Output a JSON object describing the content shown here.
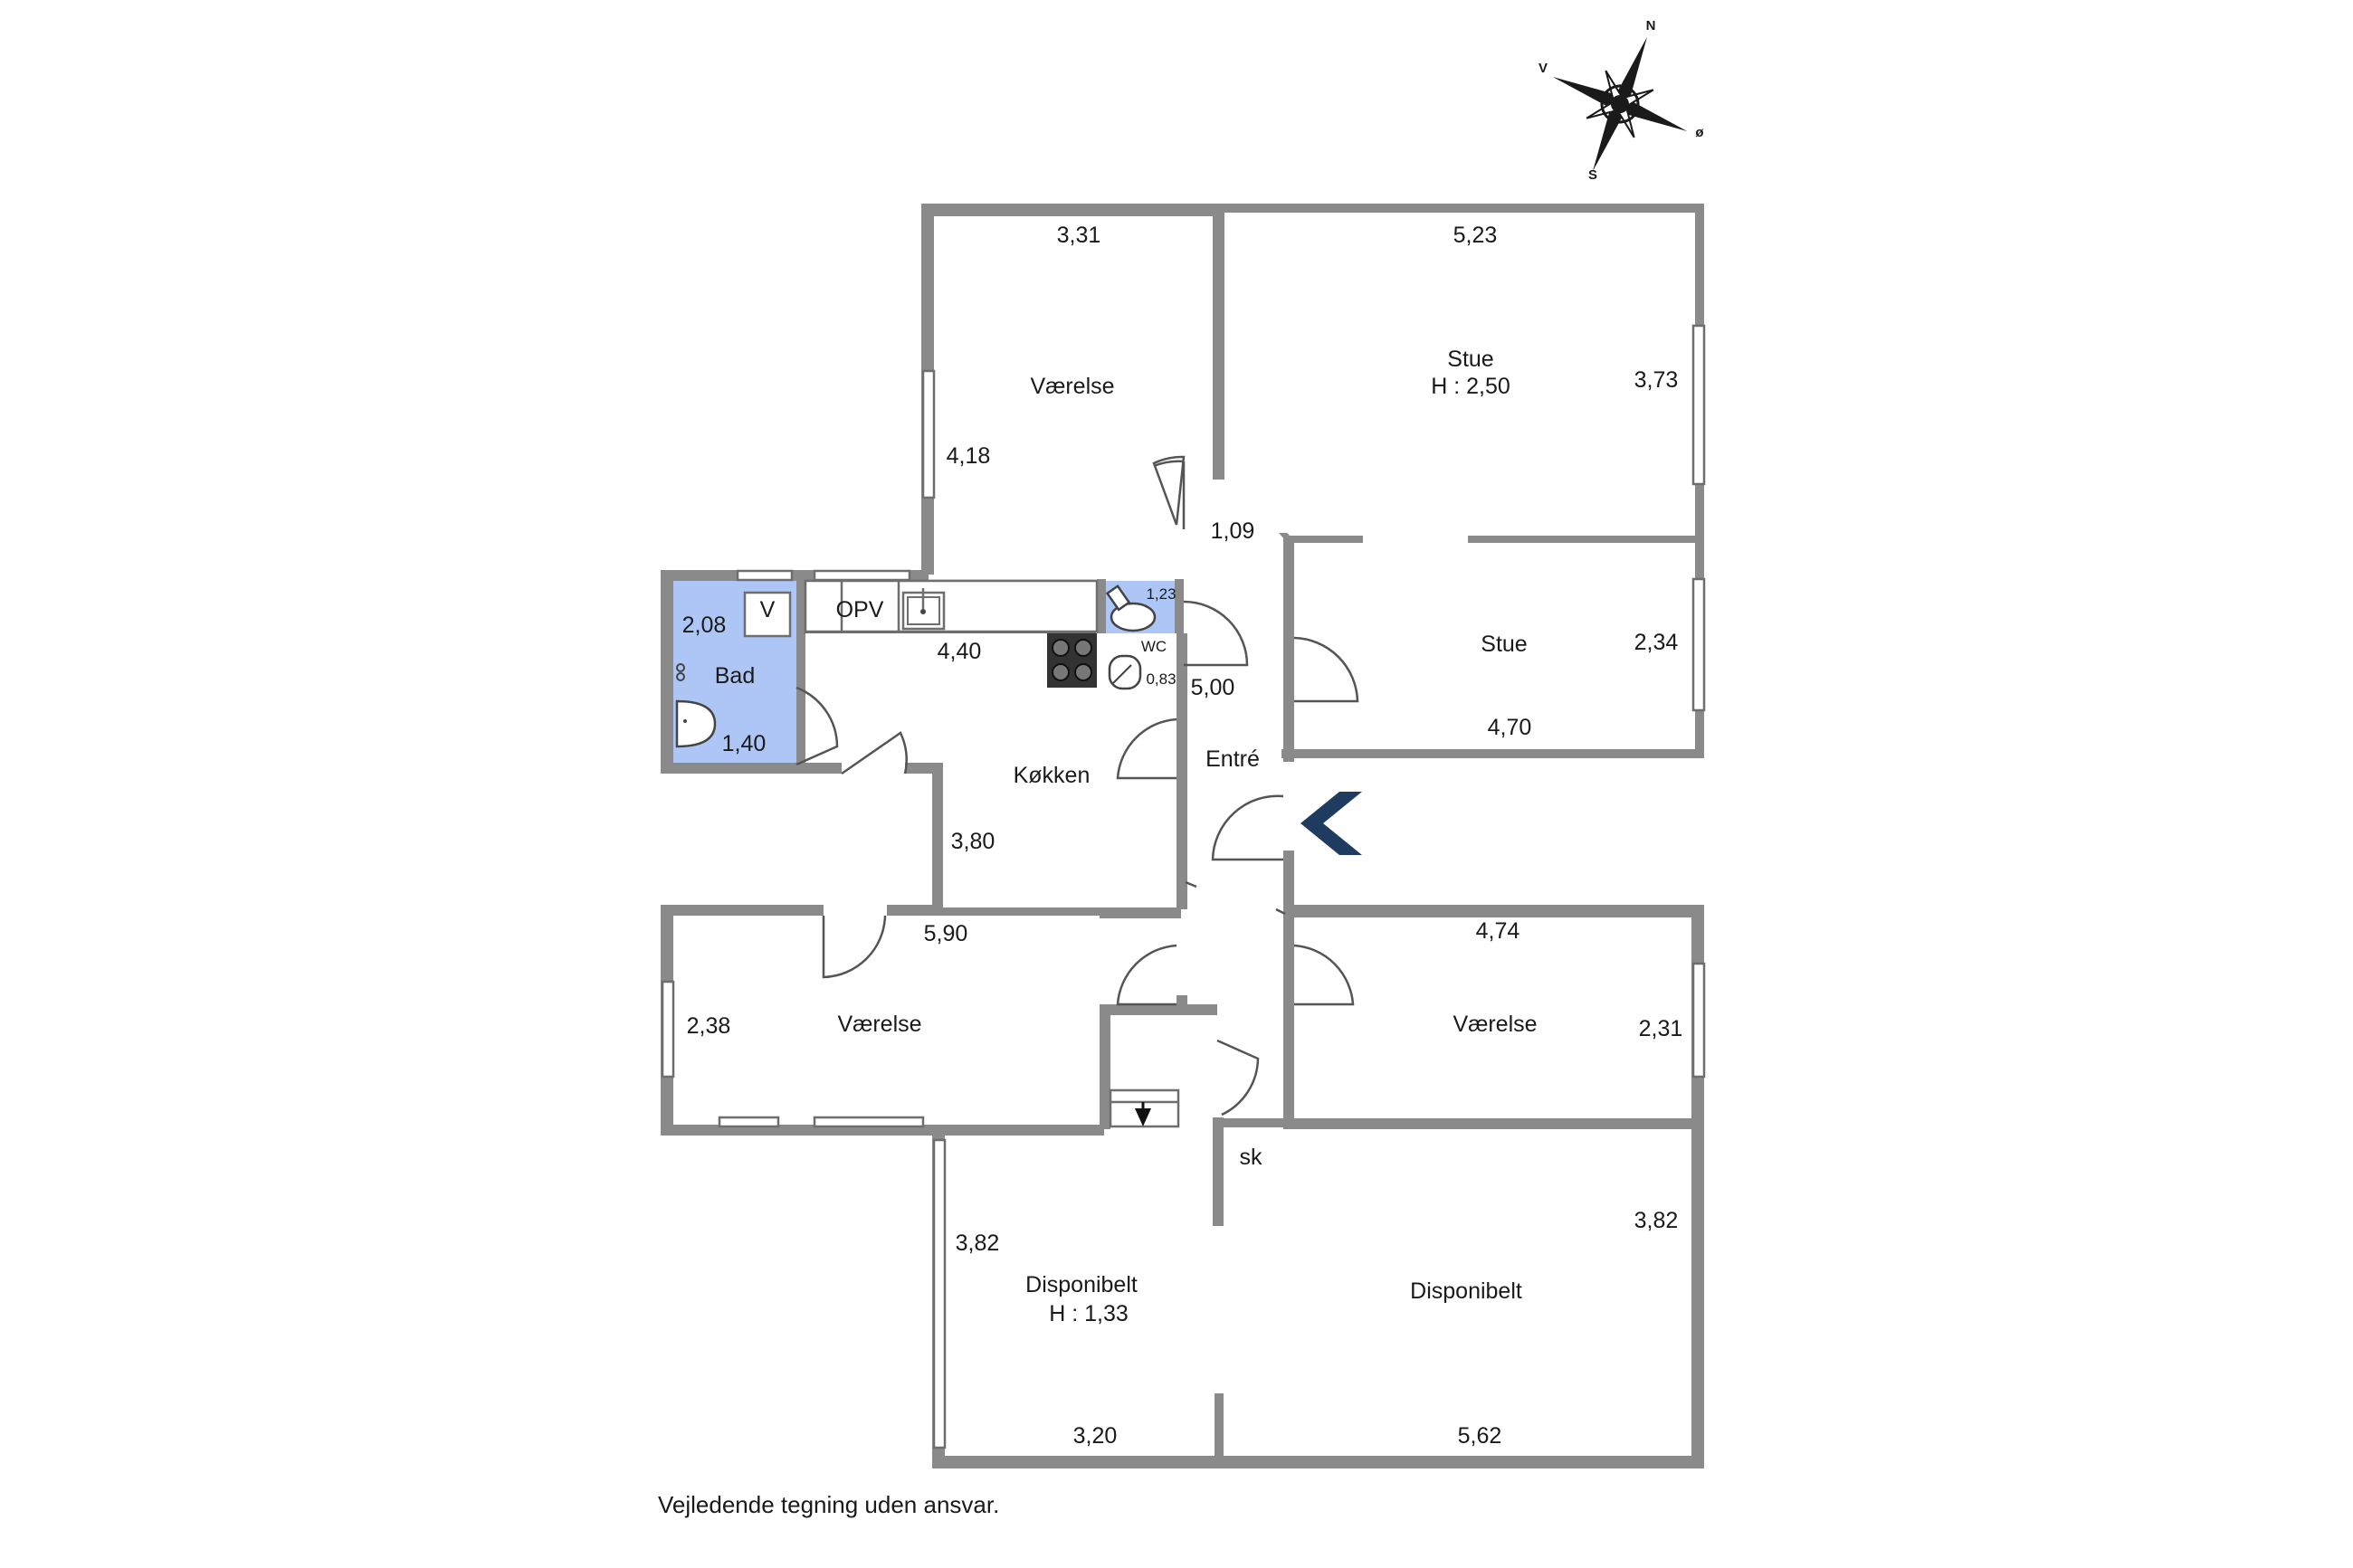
{
  "colors": {
    "wet_room": "#aec6f5",
    "wall": "#8a8a8a",
    "entry_arrow": "#1f3b5f",
    "background": "#ffffff"
  },
  "compass": {
    "north": "N",
    "east": "ø",
    "south": "S",
    "west": "V"
  },
  "rooms": {
    "vaerelse_top": "Værelse",
    "stue_large": "Stue",
    "stue_large_height": "H : 2,50",
    "stue_small": "Stue",
    "bad": "Bad",
    "wc": "WC",
    "koekken": "Køkken",
    "entre": "Entré",
    "vaerelse_left": "Værelse",
    "vaerelse_right": "Værelse",
    "disponibelt_left": "Disponibelt",
    "disponibelt_left_height": "H : 1,33",
    "disponibelt_right": "Disponibelt",
    "sk": "sk"
  },
  "fixtures": {
    "v": "V",
    "opv": "OPV"
  },
  "dimensions": {
    "vaerelse_top_w": "3,31",
    "vaerelse_top_h": "4,18",
    "stue_large_w": "5,23",
    "stue_large_h": "3,73",
    "hall_top": "1,09",
    "stue_small_h": "2,34",
    "stue_small_w": "4,70",
    "bad_h": "2,08",
    "bad_w": "1,40",
    "koekken_w": "4,40",
    "wc_top": "1,23",
    "wc_side": "0,83",
    "entre_len": "5,00",
    "koekken_h": "3,80",
    "vaerelse_left_w": "5,90",
    "vaerelse_left_h": "2,38",
    "vaerelse_right_w": "4,74",
    "vaerelse_right_h": "2,31",
    "disp_left_h": "3,82",
    "disp_right_h": "3,82",
    "disp_left_w": "3,20",
    "disp_right_w": "5,62"
  },
  "footer": {
    "note": "Vejledende tegning uden ansvar."
  }
}
